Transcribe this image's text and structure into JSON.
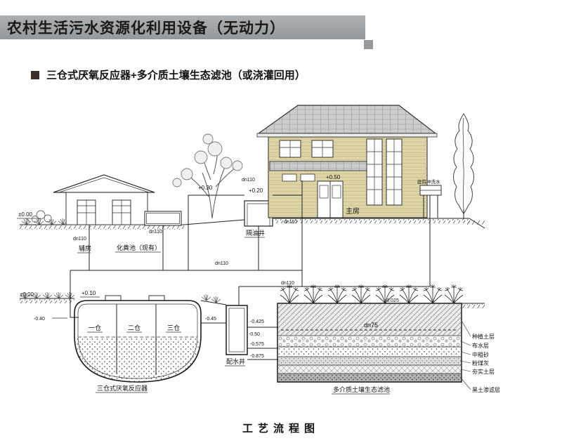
{
  "header": {
    "title": "农村生活污水资源化利用设备（无动力）"
  },
  "subtitle": {
    "text": "三仓式厌氧反应器+多介质土壤生态滤池（或浇灌回用）"
  },
  "caption": "工艺流程图",
  "labels": {
    "aux_house": "辅房",
    "septic_tank": "化粪池（现有）",
    "grease_well": "隔油井",
    "main_house": "主房",
    "yard_wash": "庭院冲洗水",
    "dist_well": "配水井",
    "tank_name": "三仓式厌氧反应器",
    "filter_name": "多介质土壤生态滤池",
    "chamber1": "一仓",
    "chamber2": "二仓",
    "chamber3": "三仓"
  },
  "pipes": {
    "dn110": "dn110",
    "dn75": "dn75"
  },
  "elevations": {
    "zero": "±0.00",
    "p010": "+0.10",
    "p020": "+0.20",
    "p030": "+0.30",
    "p050": "+0.50",
    "m040": "-0.40",
    "m045": "-0.45",
    "m050": "-0.50",
    "m0425": "-0.425",
    "m0575": "-0.575",
    "m0875": "-0.875",
    "m0025": "-0.025"
  },
  "filter_layers": [
    "种植土层",
    "布水层",
    "中粗砂",
    "粉煤灰",
    "夯实土层",
    "黑土渗滤层"
  ],
  "colors": {
    "banner_gray": "#95999c",
    "bullet_brown": "#3a2e26",
    "wall_tan": "#ddd4a5",
    "roof_gray": "#cdcdcd"
  }
}
